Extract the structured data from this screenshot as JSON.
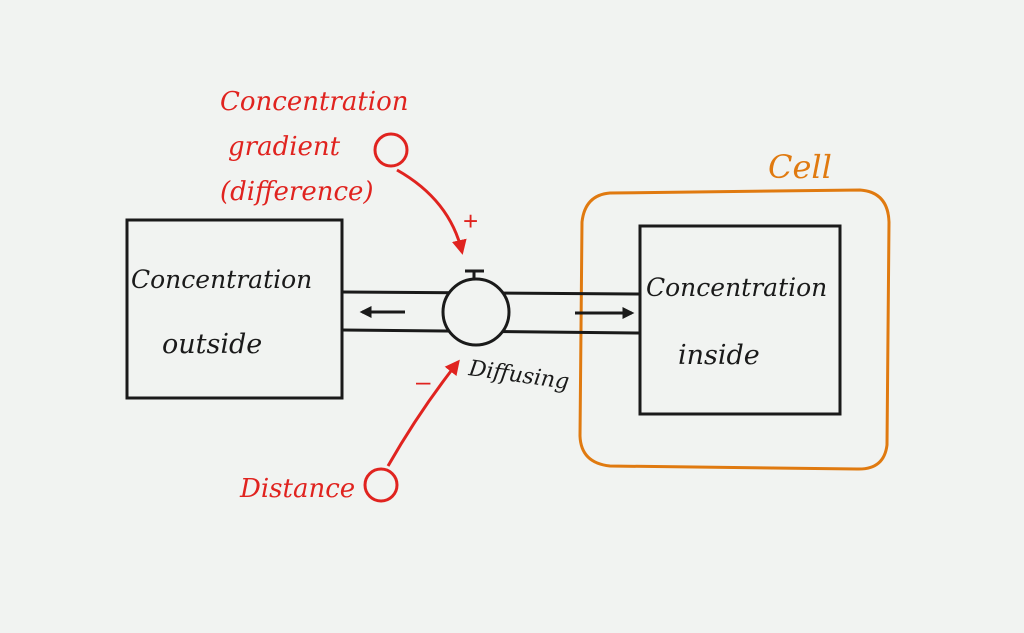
{
  "labels": {
    "gradient_line1": "Concentration",
    "gradient_line2": "gradient",
    "gradient_line3": "(difference)",
    "gradient_sign": "+",
    "outside_line1": "Concentration",
    "outside_line2": "outside",
    "inside_line1": "Concentration",
    "inside_line2": "inside",
    "cell": "Cell",
    "flow": "Diffusing",
    "distance": "Distance",
    "distance_sign": "–"
  },
  "colors": {
    "background": "#f1f3f1",
    "ink": "#1a1a1a",
    "red": "#e0231f",
    "orange": "#e07a10"
  }
}
